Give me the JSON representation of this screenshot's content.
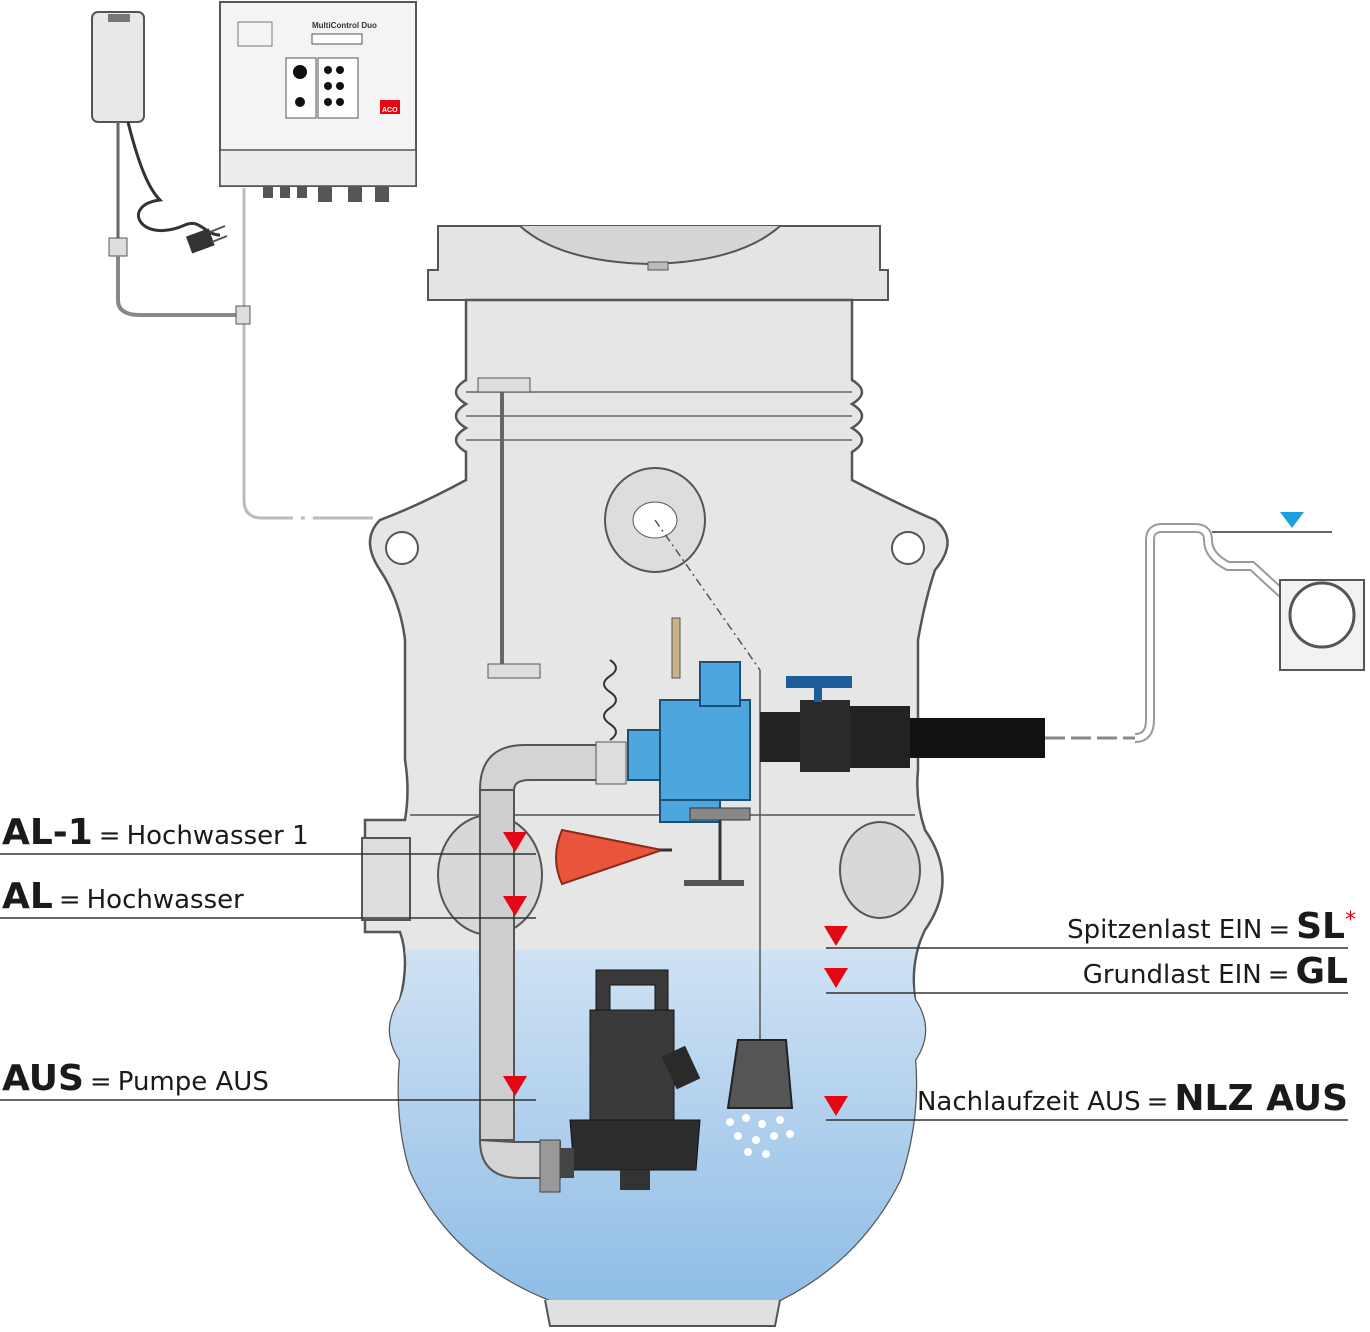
{
  "colors": {
    "outline": "#555555",
    "tank_fill": "#e6e6e6",
    "water_top": "#cfe2f4",
    "water_bottom": "#8fbde6",
    "marker": "#e30613",
    "blue_marker": "#1aa0dc",
    "valve_blue": "#4da6dd",
    "float_orange": "#e8553a",
    "pump_dark": "#3a3a3a"
  },
  "controller": {
    "brand_text": "MultiControl Duo",
    "logo_text": "ACO"
  },
  "levels": {
    "al1": {
      "abbr": "AL-1",
      "sep": "=",
      "text": "Hochwasser 1"
    },
    "al": {
      "abbr": "AL",
      "sep": "=",
      "text": "Hochwasser"
    },
    "aus": {
      "abbr": "AUS",
      "sep": "=",
      "text": "Pumpe AUS"
    },
    "sl": {
      "text": "Spitzenlast EIN",
      "sep": "=",
      "abbr": "SL",
      "star": "*"
    },
    "gl": {
      "text": "Grundlast EIN",
      "sep": "=",
      "abbr": "GL"
    },
    "nlz": {
      "text": "Nachlaufzeit AUS",
      "sep": "=",
      "abbr": "NLZ AUS"
    }
  },
  "icons": [
    "triangle-down-marker-icon",
    "float-switch-icon",
    "pump-icon",
    "ball-valve-icon",
    "power-plug-icon"
  ]
}
